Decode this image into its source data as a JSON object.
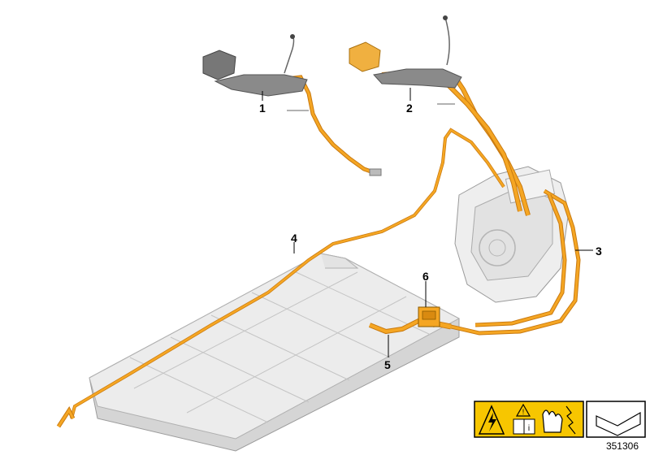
{
  "callouts": {
    "c1": "1",
    "c2": "2",
    "c3": "3",
    "c4": "4",
    "c5": "5",
    "c6": "6"
  },
  "reference_number": "351306",
  "colors": {
    "cable_orange": "#f5a623",
    "cable_outline": "#c97a10",
    "battery_fill": "#e9e9e9",
    "battery_edge": "#b8b8b8",
    "warning_yellow": "#f7c600"
  },
  "icons": [
    "high-voltage-warning-icon",
    "caution-manual-icon",
    "protective-glove-icon",
    "note-arrow-icon"
  ]
}
